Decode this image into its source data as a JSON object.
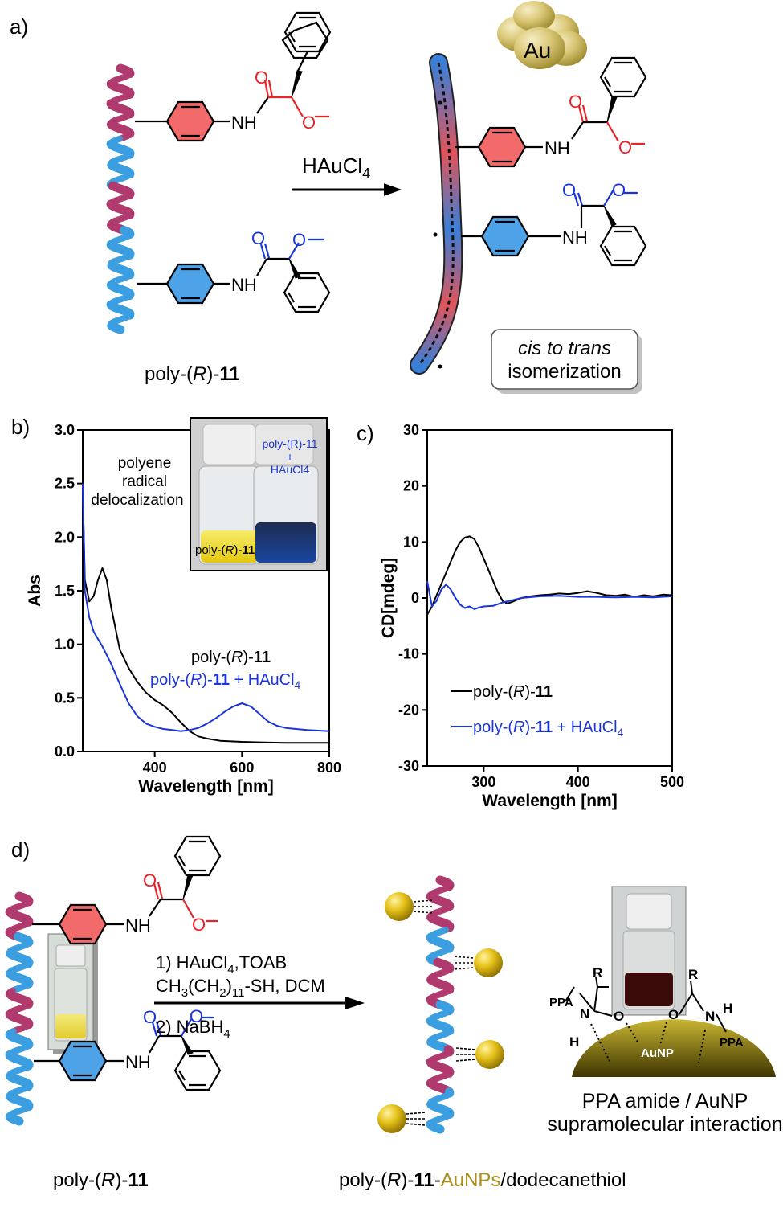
{
  "panels": {
    "a": {
      "label": "a)",
      "reagent": "HAuCl",
      "reagent_sub": "4",
      "au": "Au",
      "box_line1": "cis to trans",
      "box_line2": "isomerization",
      "caption_pre": "poly-(",
      "caption_R": "R",
      "caption_mid": ")-",
      "caption_num": "11"
    },
    "b": {
      "label": "b)",
      "annotation": [
        "polyene",
        "radical",
        "delocalization"
      ],
      "inset_label_pre": "poly-(",
      "inset_label_R": "R",
      "inset_label_mid": ")-",
      "inset_label_num": "11",
      "inset_blue": [
        "poly-(R)-11",
        "+",
        "HAuCl4"
      ],
      "legend_black": "poly-(R)-11",
      "legend_blue": "poly-(R)-11 + HAuCl4"
    },
    "c": {
      "label": "c)",
      "legend_black": "poly-(R)-11",
      "legend_blue": "poly-(R)-11 + HAuCl4"
    },
    "d": {
      "label": "d)",
      "step1a": "1) HAuCl",
      "step1a_sub": "4",
      "step1b": ",TOAB",
      "step2": "CH3(CH2)11-SH, DCM",
      "step3": "2) NaBH",
      "step3_sub": "4",
      "aunp": "AuNP",
      "ppa": "PPA",
      "r": "R",
      "h": "H",
      "n": "N",
      "o": "O",
      "interaction_line1": "PPA amide / AuNP",
      "interaction_line2": "supramolecular interaction",
      "caption_left": "poly-(R)-11",
      "caption_right_pre": "poly-(R)-11-",
      "caption_right_au": "AuNPs",
      "caption_right_post": "/dodecanethiol"
    }
  },
  "colors": {
    "red": "#e8232a",
    "blue": "#1a35d8",
    "helix_pink": "#b03a6e",
    "helix_blue": "#3a9ee0",
    "ring_red": "#f26a6a",
    "ring_blue": "#4ea3e8",
    "gold": "#c9a227",
    "curve_black": "#000000",
    "curve_blue": "#1a35d8"
  },
  "chart_data": [
    {
      "id": "b",
      "type": "line",
      "xlabel": "Wavelength [nm]",
      "ylabel": "Abs",
      "xlim": [
        235,
        800
      ],
      "ylim": [
        0.0,
        3.0
      ],
      "xticks": [
        400,
        600,
        800
      ],
      "yticks": [
        0.0,
        0.5,
        1.0,
        1.5,
        2.0,
        2.5,
        3.0
      ],
      "series": [
        {
          "name": "poly-(R)-11",
          "color": "#000000",
          "x": [
            235,
            240,
            250,
            260,
            270,
            280,
            290,
            300,
            320,
            340,
            360,
            380,
            400,
            420,
            440,
            460,
            480,
            500,
            520,
            550,
            600,
            650,
            700,
            750,
            800
          ],
          "y": [
            2.45,
            1.6,
            1.4,
            1.45,
            1.6,
            1.71,
            1.6,
            1.35,
            0.95,
            0.78,
            0.65,
            0.55,
            0.48,
            0.43,
            0.36,
            0.27,
            0.19,
            0.14,
            0.12,
            0.1,
            0.09,
            0.085,
            0.08,
            0.08,
            0.08
          ]
        },
        {
          "name": "poly-(R)-11 + HAuCl4",
          "color": "#1a35d8",
          "x": [
            235,
            240,
            250,
            260,
            270,
            280,
            300,
            320,
            340,
            360,
            380,
            400,
            420,
            440,
            460,
            480,
            500,
            520,
            540,
            560,
            580,
            600,
            620,
            640,
            660,
            680,
            700,
            750,
            800
          ],
          "y": [
            2.5,
            1.5,
            1.25,
            1.12,
            1.05,
            0.98,
            0.82,
            0.63,
            0.45,
            0.33,
            0.26,
            0.23,
            0.21,
            0.2,
            0.19,
            0.2,
            0.22,
            0.26,
            0.31,
            0.37,
            0.42,
            0.45,
            0.42,
            0.35,
            0.28,
            0.24,
            0.22,
            0.2,
            0.19
          ]
        }
      ]
    },
    {
      "id": "c",
      "type": "line",
      "xlabel": "Wavelength [nm]",
      "ylabel": "CD[mdeg]",
      "xlim": [
        240,
        500
      ],
      "ylim": [
        -30,
        30
      ],
      "xticks": [
        300,
        400,
        500
      ],
      "yticks": [
        -30,
        -20,
        -10,
        0,
        10,
        20,
        30
      ],
      "series": [
        {
          "name": "poly-(R)-11",
          "color": "#000000",
          "x": [
            240,
            245,
            250,
            255,
            260,
            265,
            270,
            275,
            280,
            285,
            290,
            295,
            300,
            305,
            310,
            315,
            320,
            325,
            330,
            340,
            350,
            360,
            370,
            380,
            390,
            400,
            410,
            420,
            430,
            440,
            450,
            460,
            470,
            480,
            490,
            500
          ],
          "y": [
            -3,
            -1.5,
            0.5,
            2.5,
            4.5,
            6.5,
            8.5,
            10,
            10.8,
            11,
            10.5,
            9,
            7,
            5,
            3,
            1,
            -0.5,
            -1,
            -0.7,
            0,
            0.3,
            0.5,
            0.6,
            0.8,
            0.7,
            0.9,
            1.2,
            0.9,
            0.5,
            0.4,
            0.6,
            0.2,
            0.5,
            0.3,
            0.6,
            0.5
          ]
        },
        {
          "name": "poly-(R)-11 + HAuCl4",
          "color": "#1a35d8",
          "x": [
            240,
            245,
            250,
            255,
            260,
            265,
            270,
            275,
            280,
            285,
            290,
            295,
            300,
            310,
            320,
            330,
            340,
            360,
            380,
            400,
            420,
            440,
            460,
            480,
            500
          ],
          "y": [
            3,
            -1.5,
            -0.5,
            1.5,
            2.4,
            1.5,
            0,
            -1.2,
            -1.8,
            -1.5,
            -2,
            -1.7,
            -1.5,
            -1.4,
            -0.8,
            -0.4,
            0,
            0.3,
            0.4,
            0.2,
            0.2,
            0.1,
            0.2,
            0.1,
            0.3
          ]
        }
      ]
    }
  ]
}
